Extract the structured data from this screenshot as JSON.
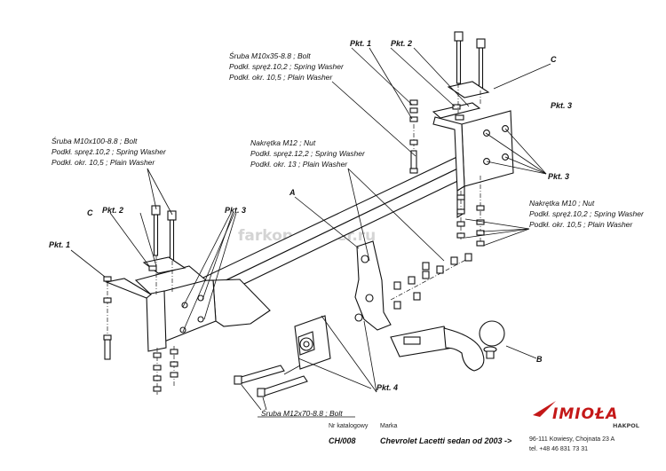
{
  "watermark": "farkop-center.ru",
  "labels": {
    "pkt1_top": "Pkt. 1",
    "pkt2_top": "Pkt. 2",
    "pkt3_right": "Pkt. 3",
    "pkt3_right_low": "Pkt. 3",
    "pkt2_left": "Pkt. 2",
    "pkt3_left": "Pkt. 3",
    "pkt1_left": "Pkt. 1",
    "pkt4": "Pkt. 4",
    "mark_a": "A",
    "mark_b": "B",
    "mark_c_top": "C",
    "mark_c_left": "C"
  },
  "notes": {
    "top_bolt": [
      "Śruba M10x35-8.8 ;  Bolt",
      "Podkł. spręż.10,2 ; Spring Washer",
      "Podkł. okr. 10,5 ; Plain Washer"
    ],
    "left_bolt": [
      "Śruba M10x100-8.8 ;  Bolt",
      "Podkł. spręż.10,2 ; Spring Washer",
      "Podkł. okr. 10,5 ; Plain Washer"
    ],
    "center_nut": [
      "Nakrętka  M12 ; Nut",
      "Podkł. spręż.12,2 ; Spring Washer",
      "Podkł. okr. 13 ; Plain Washer"
    ],
    "right_nut": [
      "Nakrętka  M10 ; Nut",
      "Podkł. spręż.10,2 ; Spring Washer",
      "Podkł. okr. 10,5 ; Plain Washer"
    ],
    "bottom_bolt": "Śruba M12x70-8.8 ;  Bolt"
  },
  "footer": {
    "catalog_caption": "Nr katalogowy",
    "catalog_number": "CH/008",
    "brand_caption": "Marka",
    "vehicle": "Chevrolet Lacetti sedan   od  2003 ->",
    "logo": "IMIOŁA",
    "logo_sub": "HAKPOL",
    "address": "96-111 Kowiesy,  Chojnata 23 A",
    "phone": "tel. +48 46 831 73 31"
  }
}
